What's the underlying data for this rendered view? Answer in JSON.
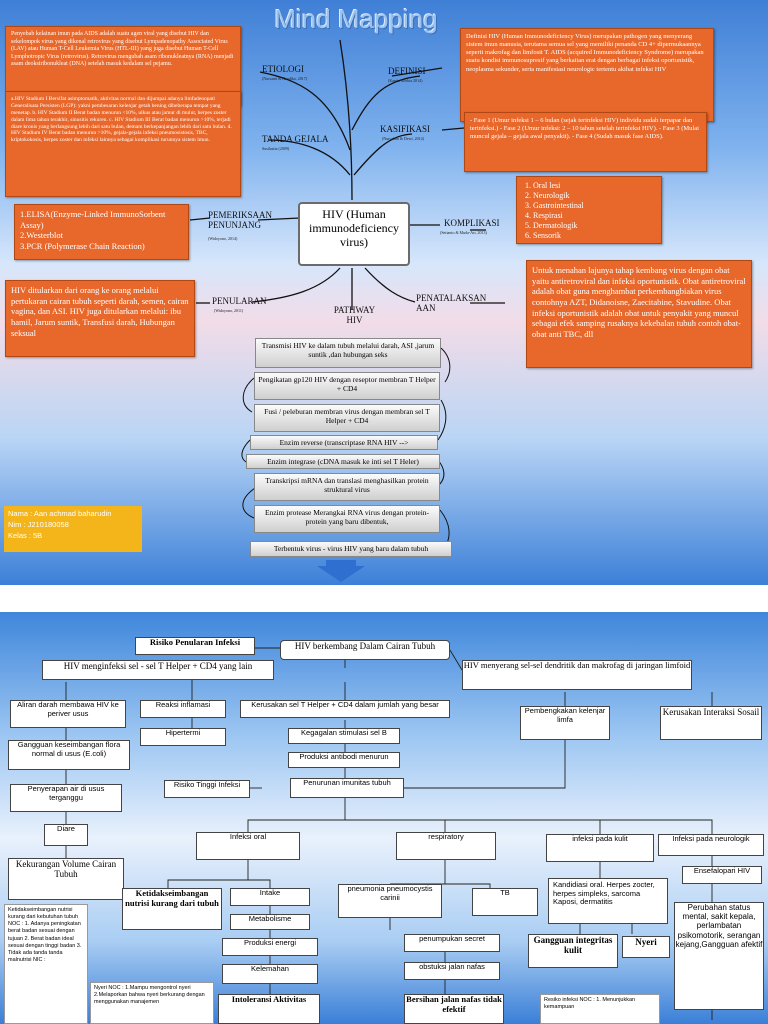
{
  "title": "Mind Mapping",
  "center": "HIV (Human immunodeficiency virus)",
  "branches": {
    "etiologi": {
      "label": "ETIOLOGI",
      "cite": "(Nursanti & Handika, 2017)"
    },
    "definisi": {
      "label": "DEFINISI",
      "cite": "(Kapita selekta 2014)"
    },
    "kasifikasi": {
      "label": "KASIFIKASI",
      "cite": "(Nursalam & Dewi, 2014)"
    },
    "tanda_gejala": {
      "label": "TANDA GEJALA",
      "cite": "Susilastin (2009)"
    },
    "pemeriksaan": {
      "label": "PEMERIKSAAN PENUNJANG",
      "cite": "(Widoyono, 2014)"
    },
    "komplikasi": {
      "label": "KOMPLIKASI",
      "cite": "(Setianto & Muda-Ari, 2013)"
    },
    "penularan": {
      "label": "PENULARAN",
      "cite": "(Widoyono, 2011)"
    },
    "penatalaksanaan": {
      "label": "PENATALAKSAN AAN"
    },
    "pathway": {
      "label": "PATHWAY HIV"
    }
  },
  "boxes": {
    "etiologi": "Penyebab kelainan imun pada AIDS adalah suatu agen viral yang disebut HIV dan sekelompok virus yang dikenal retrovirus yang disebut Lympadenopathy Associated Virus (LAV) atau Human T-Cell Leukemia Virus (HTL-III) yang juga disebut Human T-Cell Lymphotropic Virus (retrovirus). Retrovirus mengubah asam ribonukleatnya (RNA) menjadi asam deoksiribonukleat (DNA) setelah masuk kedalam sel pejamu.",
    "definisi": "Definisi HIV (Human Immunodeficiency Virus) merupakan pathogen yang menyerang sistem imun manusia, terutama semua sel yang memiliki penanda CD 4+ dipermukaannya seperti makrofag dan limfosit T. AIDS (acquired Immunodeficiency Syndrome) merupakan suatu kondisi immunosupresif yang berkaitan erat dengan berbagai infeksi oportunistik, neoplasma sekunder, serta manifestasi neurologic tertentu akibat infeksi HIV",
    "tanda_gejala": "a.HIV Stadium I Bersifat asimptomatik, aktivitas normal dan dijumpai adanya limfadenopati Generalisata Persisten (LGP): yakni pembesaran kelenjar getah bening dibeberapa tempat yang menetap. b. HIV Stadium II Berat badan menurun <10%, ulkus atau jamur di mulut, herpes zoster dalam lima tahun terakhir, sinusitis rekuren. c. HIV Stadium III Berat badan menurun >10%, terjadi diare kronis yang berlangsung lebih dari satu bulan, demam berkepanjangan lebih dari satu bulan. d. HIV Stadium IV Berat badan menurun >10%, gejala-gejala infeksi pneumosistosis, TBC, kriptokokosis, herpes zoster dan infeksi lainnya sebagai komplikasi turunnya sistem imun.",
    "kasifikasi": "- Fase 1 (Umur infeksi 1 – 6 bulan (sejak terinfeksi HIV) individu sudah terpapar dan terinfeksi.) - Fase 2 (Umur infeksi: 2 – 10 tahun setelah terinfeksi HIV). - Fase 3 (Mulai muncul gejala – gejala awal penyakit). - Fase 4 (Sudah masuk fase AIDS).",
    "pemeriksaan": [
      "1.ELISA(Enzyme-Linked ImmunoSorbent Assay)",
      "2.Westerblot",
      "3.PCR (Polymerase Chain Reaction)"
    ],
    "komplikasi": [
      "1. Oral lesi",
      "2. Neurologik",
      "3. Gastrointestinal",
      "4. Respirasi",
      "5. Dermatologik",
      "6. Sensorik"
    ],
    "penularan": "HIV ditularkan dari orang ke orang melalui pertukaran cairan tubuh seperti darah, semen, cairan vagina, dan ASI. HIV juga ditularkan melalui: ibu hamil, Jarum suntik, Transfusi darah, Hubungan seksual",
    "penatalaksanaan": "Untuk menahan lajunya tahap kembang virus dengan obat yaitu antiretroviral dan infeksi oportunistik. Obat antiretroviral adalah obat guna menghambat perkembangbiakan virus contohnya AZT, Didanoisne, Zaecitabine, Stavudine. Obat infeksi oportunistik adalah obat untuk penyakit yang muncul sebagai efek samping rusaknya kekebalan tubuh contoh obat-obat anti TBC, dll"
  },
  "pathway_steps": [
    "Transmisi HIV ke dalam tubuh melalui darah, ASI ,jarum suntik ,dan hubungan seks",
    "Pengikatan gp120 HIV dengan reseptor membran T Helper + CD4",
    "Fusi / peleburan membran virus dengan membran sel T Helper + CD4",
    "Enzim reverse (transcriptase RNA HIV -->",
    "Enzim integrase (cDNA masuk ke inti sel T Heler)",
    "Transkripsi mRNA dan translasi menghasilkan protein struktural virus",
    "Enzim protease Merangkai RNA virus dengan protein-protein yang baru dibentuk,",
    "Terbentuk virus - virus HIV yang baru dalam tubuh"
  ],
  "student": {
    "nama": "Nama : Aan achmad baharudin",
    "nim": "Nim    : J210180058",
    "kelas": "Kelas   : 5B"
  },
  "bottom": {
    "risiko_penularan": "Risiko Penularan Infeksi",
    "berkembang": "HIV berkembang Dalam Cairan Tubuh",
    "menginfeksi": "HIV menginfeksi sel - sel T Helper + CD4 yang lain",
    "menyerang": "HIV menyerang sel-sel dendritik dan makrofag di jaringan limfoid",
    "aliran_darah": "Aliran darah membawa HIV ke periver usus",
    "reaksi": "Reaksi inflamasi",
    "hipertermi": "Hipertermi",
    "kerusakan_t": "Kerusakan sel T Helper + CD4 dalam jumlah yang besar",
    "pembengkakan": "Pembengkakan kelenjar limfa",
    "kerusakan_interaksi": "Kerusakan Interaksi Sosail",
    "gangguan_flora": "Gangguan keseimbangan flora normal di usus (E.coli)",
    "kegagalan": "Kegagalan stimulasi sel B",
    "produksi_antibodi": "Produksi antibodi menurun",
    "penyerapan": "Penyerapan air di usus terganggu",
    "risiko_tinggi": "Risiko Tinggi Infeksi",
    "penurunan": "Penurunan imunitas tubuh",
    "diare": "Diare",
    "infeksi_oral": "Infeksi oral",
    "respiratory": "respiratory",
    "infeksi_kulit": "infeksi pada kulit",
    "infeksi_neuro": "Infeksi pada neurologik",
    "kekurangan": "Kekurangan Volume Cairan Tubuh",
    "ketidakseimbangan": "Ketidakseimbangan nutrisi kurang dari tubuh",
    "intake": "Intake",
    "pneumonia": "pneumonia pneumocystis carinii",
    "tb": "TB",
    "kandidiasis": "Kandidiasi oral. Herpes zocter, herpes simpleks, sarcoma Kaposi, dermatitis",
    "ensefalopari": "Ensefalopari HIV",
    "metabolisme": "Metabolisme",
    "penumpukan": "penumpukan secret",
    "gangguan_kulit": "Gangguan integritas kulit",
    "nyeri": "Nyeri",
    "perubahan": "Perubahan status mental, sakit kepala, perlambatan psikomotorik, serangan kejang,Gangguan afektif",
    "produksi_energi": "Produksi energi",
    "obstuksi": "obstuksi jalan nafas",
    "kelemahan": "Kelemahan",
    "intoleransi": "Intoleransi Aktivitas",
    "bersihan": "Bersihan jalan nafas tidak efektif",
    "note1": "Ketidakseimbangan nutrisi kurang dari kebutuhan tubuh NOC : 1. Adanya peningkatan berat badan sesuai dengan tujuan 2. Berat badan ideal sesuai dengan tinggi badan 3. Tidak ada tanda tanda malnutrisi NIC :",
    "note2": "Nyeri NOC : 1.Mampu mengontrol nyeri 2.Melaporkan bahwa nyeri berkurang dengan menggunakan manajemen",
    "note3": "Resiko infeksi NOC : 1. Menunjukkan kemampuan"
  }
}
